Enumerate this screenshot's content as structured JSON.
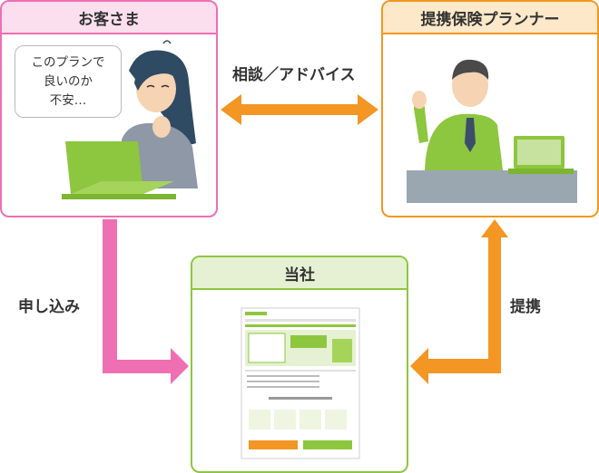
{
  "boxes": {
    "customer": {
      "title": "お客さま",
      "speech": [
        "このプランで",
        "良いのか",
        "不安…"
      ]
    },
    "planner": {
      "title": "提携保険プランナー"
    },
    "company": {
      "title": "当社"
    }
  },
  "flows": {
    "consult": "相談／アドバイス",
    "apply": "申し込み",
    "partner": "提携"
  },
  "colors": {
    "customer": "#ef6fb3",
    "planner": "#f39623",
    "company": "#8dc63f"
  }
}
